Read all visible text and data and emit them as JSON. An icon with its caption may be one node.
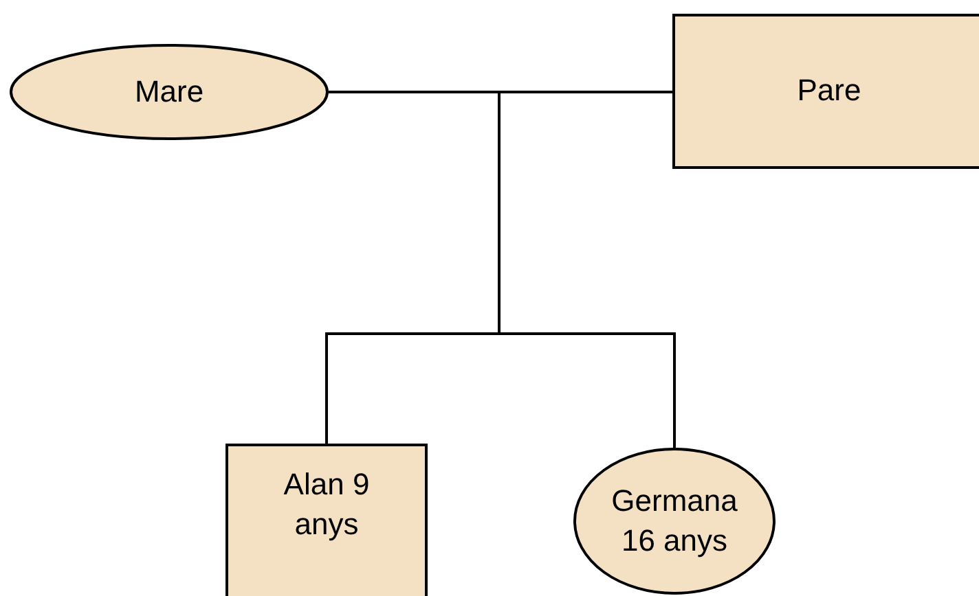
{
  "diagram": {
    "nodes": [
      {
        "text": [
          "Mare"
        ]
      },
      {
        "text": [
          "Pare"
        ]
      },
      {
        "text": [
          "Alan 9 anys"
        ]
      },
      {
        "text": [
          "Germana 16 anys"
        ]
      }
    ],
    "edges": [
      {
        "from": 0,
        "to": 1,
        "arrow": "none"
      },
      {
        "from": null,
        "to": 2,
        "arrow": "none"
      },
      {
        "from": null,
        "to": 3,
        "arrow": "none"
      }
    ]
  }
}
